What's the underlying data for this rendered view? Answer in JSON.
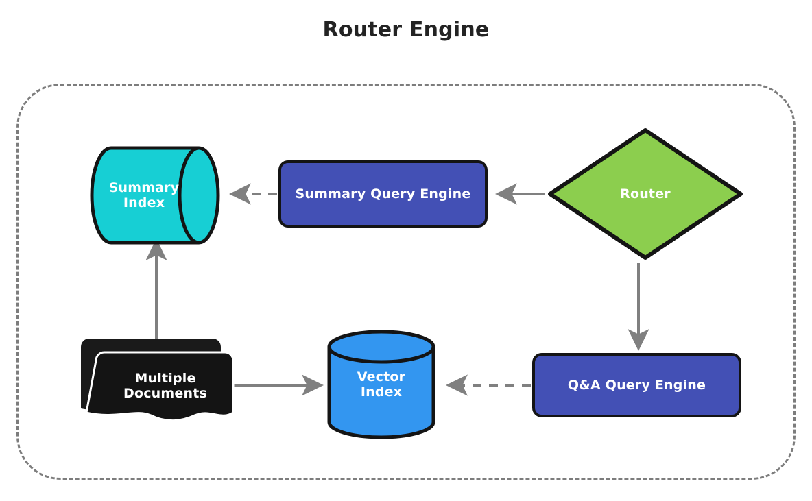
{
  "title": "Router Engine",
  "colors": {
    "cyan": "#17cfd4",
    "blue": "#3396f0",
    "indigo": "#4350b5",
    "green": "#8cce4e",
    "black": "#141414",
    "arrow_gray": "#808080",
    "boundary_gray": "#7d7d7d",
    "title_text": "#232323",
    "node_text": "#ffffff"
  },
  "boundary": {
    "style": "dashed-rounded-rectangle"
  },
  "nodes": {
    "summary_index": {
      "label": "Summary\nIndex",
      "shape": "cylinder-horizontal",
      "color": "#17cfd4"
    },
    "summary_query_engine": {
      "label": "Summary Query Engine",
      "shape": "rounded-rectangle",
      "color": "#4350b5"
    },
    "router": {
      "label": "Router",
      "shape": "diamond",
      "color": "#8cce4e"
    },
    "multiple_documents": {
      "label": "Multiple\nDocuments",
      "shape": "multi-document",
      "color": "#141414"
    },
    "vector_index": {
      "label": "Vector\nIndex",
      "shape": "cylinder-vertical",
      "color": "#3396f0"
    },
    "qa_query_engine": {
      "label": "Q&A Query Engine",
      "shape": "rounded-rectangle",
      "color": "#4350b5"
    }
  },
  "edges": [
    {
      "id": "router-to-summary-query-engine",
      "from": "Router",
      "to": "Summary Query Engine",
      "style": "solid",
      "direction": "left"
    },
    {
      "id": "summary-query-engine-to-summary-index",
      "from": "Summary Query Engine",
      "to": "Summary Index",
      "style": "dashed",
      "direction": "left"
    },
    {
      "id": "router-to-qa-query-engine",
      "from": "Router",
      "to": "Q&A Query Engine",
      "style": "solid",
      "direction": "down"
    },
    {
      "id": "qa-query-engine-to-vector-index",
      "from": "Q&A Query Engine",
      "to": "Vector Index",
      "style": "dashed",
      "direction": "left"
    },
    {
      "id": "multiple-documents-to-vector-index",
      "from": "Multiple Documents",
      "to": "Vector Index",
      "style": "solid",
      "direction": "right"
    },
    {
      "id": "multiple-documents-to-summary-index",
      "from": "Multiple Documents",
      "to": "Summary Index",
      "style": "solid",
      "direction": "up"
    }
  ]
}
